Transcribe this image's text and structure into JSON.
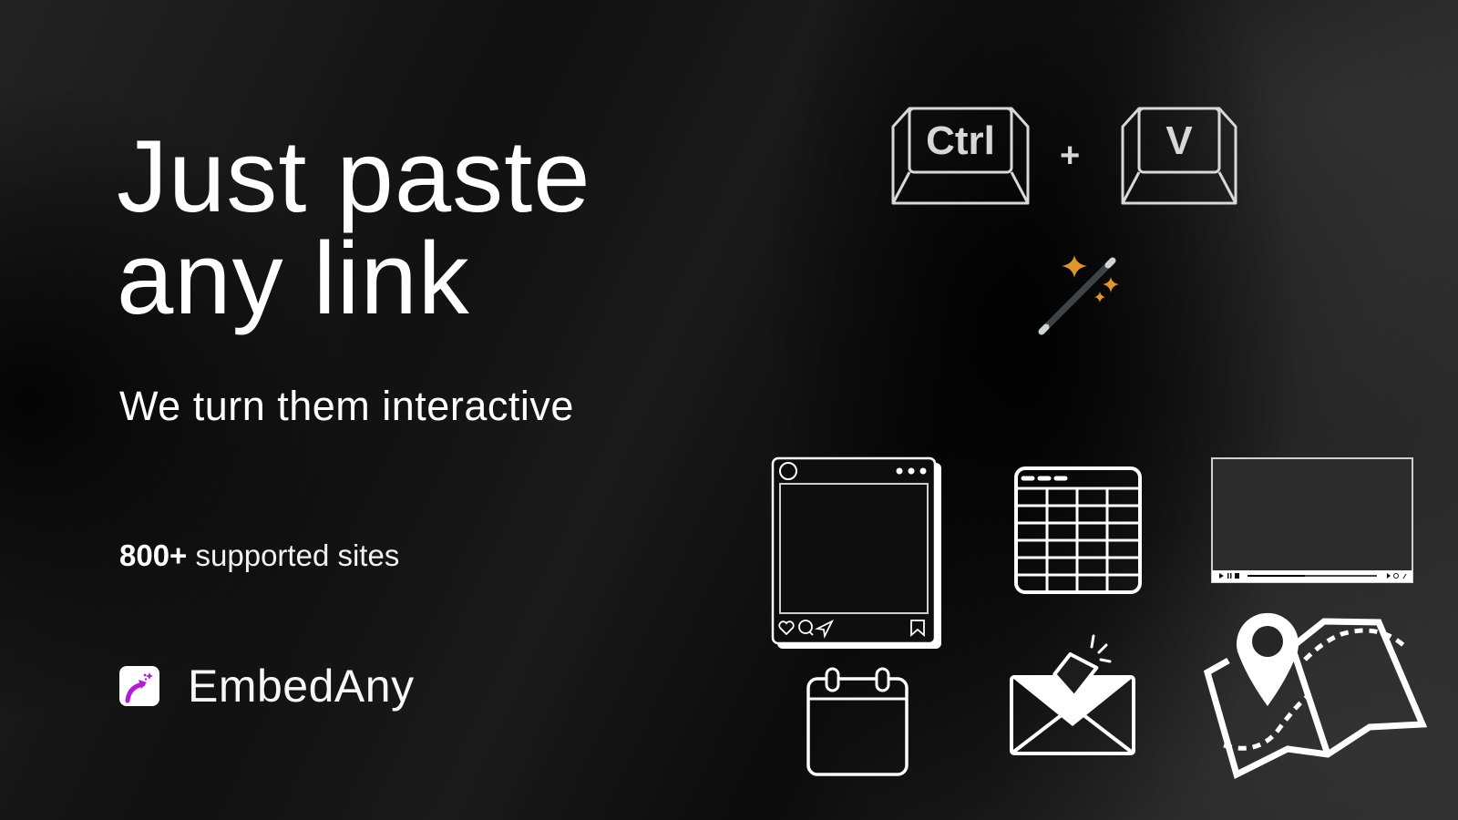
{
  "hero": {
    "headline_line1": "Just paste",
    "headline_line2": "any link",
    "subheadline": "We turn them interactive",
    "supported_count": "800+",
    "supported_label": "supported sites"
  },
  "brand": {
    "name": "EmbedAny",
    "logo_icon": "magic-arrow-icon",
    "accent_color": "#b519d8"
  },
  "shortcut": {
    "key1": "Ctrl",
    "plus": "+",
    "key2": "V",
    "key_stroke_color": "#d8d8d8"
  },
  "illustration": {
    "wand_icon": "magic-wand-icon",
    "sparkle_color": "#e0962a",
    "embed_icons": [
      "social-post-icon",
      "spreadsheet-icon",
      "video-player-icon",
      "calendar-icon",
      "email-campaign-icon",
      "map-location-icon"
    ]
  },
  "colors": {
    "background_dark": "#0b0b0b",
    "background_light": "#2e2e2e",
    "text": "#ffffff"
  }
}
